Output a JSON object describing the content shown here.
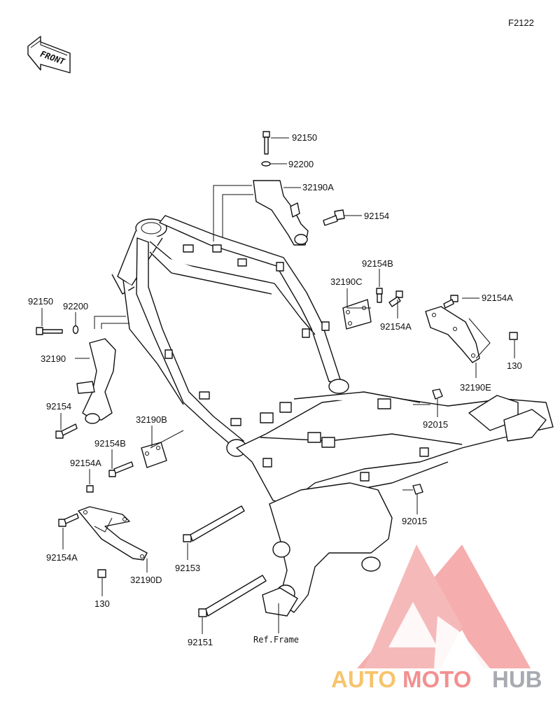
{
  "figure_code": "F2122",
  "direction_label": "FRONT",
  "reference_label": "Ref.Frame",
  "parts": {
    "p92150_top": "92150",
    "p92200_top": "92200",
    "p32190A": "32190A",
    "p92154_top": "92154",
    "p92154B_right": "92154B",
    "p32190C": "32190C",
    "p92154A_right_mid": "92154A",
    "p92154A_right_top": "92154A",
    "p130_right": "130",
    "p32190E": "32190E",
    "p92015_upper": "92015",
    "p92015_lower": "92015",
    "p92150_left": "92150",
    "p92200_left": "92200",
    "p32190": "32190",
    "p92154_left": "92154",
    "p32190B": "32190B",
    "p92154B_left": "92154B",
    "p92154A_left_upper": "92154A",
    "p92154A_left_lower": "92154A",
    "p32190D": "32190D",
    "p130_left": "130",
    "p92153": "92153",
    "p92151": "92151"
  },
  "watermark": {
    "part1": "AUTO",
    "part2": "MOTO",
    "part3": "HUB",
    "color1": "#f5b13a",
    "color2": "#ef6b6b",
    "color3": "#8a8f98"
  }
}
